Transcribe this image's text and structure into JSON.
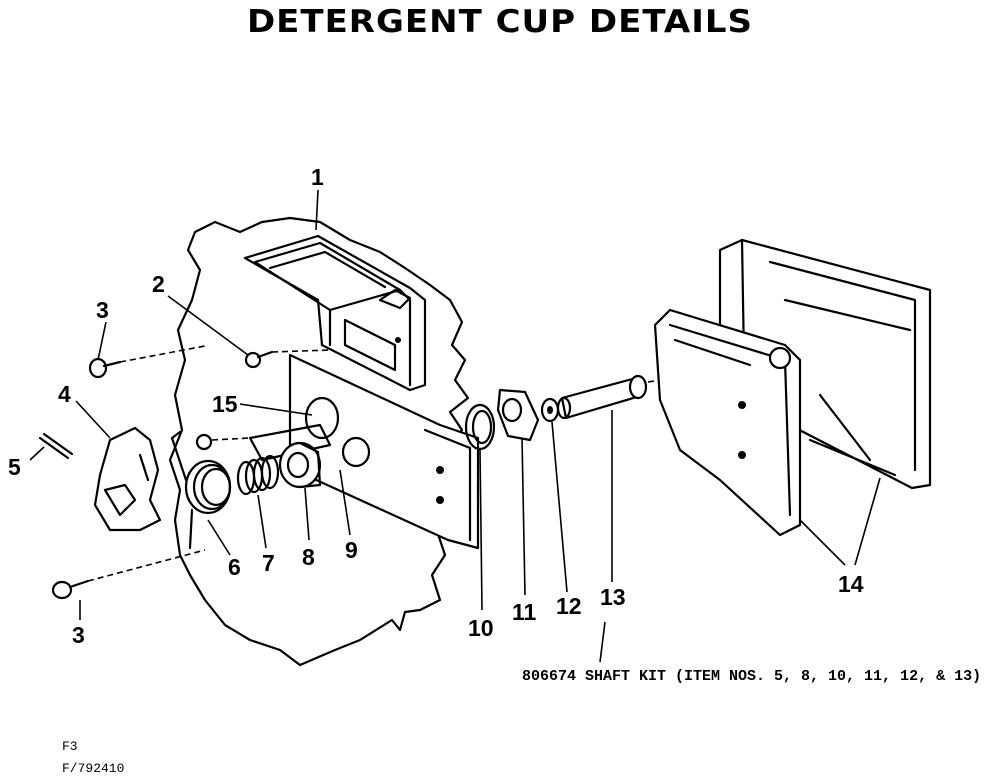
{
  "title": "DETERGENT CUP DETAILS",
  "callouts": {
    "c1": "1",
    "c2": "2",
    "c3a": "3",
    "c3b": "3",
    "c4": "4",
    "c5": "5",
    "c6": "6",
    "c7": "7",
    "c8": "8",
    "c9": "9",
    "c10": "10",
    "c11": "11",
    "c12": "12",
    "c13": "13",
    "c14": "14",
    "c15": "15"
  },
  "kit_note": "806674  SHAFT KIT (ITEM NOS. 5, 8, 10, 11, 12, & 13)",
  "footer": {
    "line1": "F3",
    "line2": "F/792410"
  }
}
